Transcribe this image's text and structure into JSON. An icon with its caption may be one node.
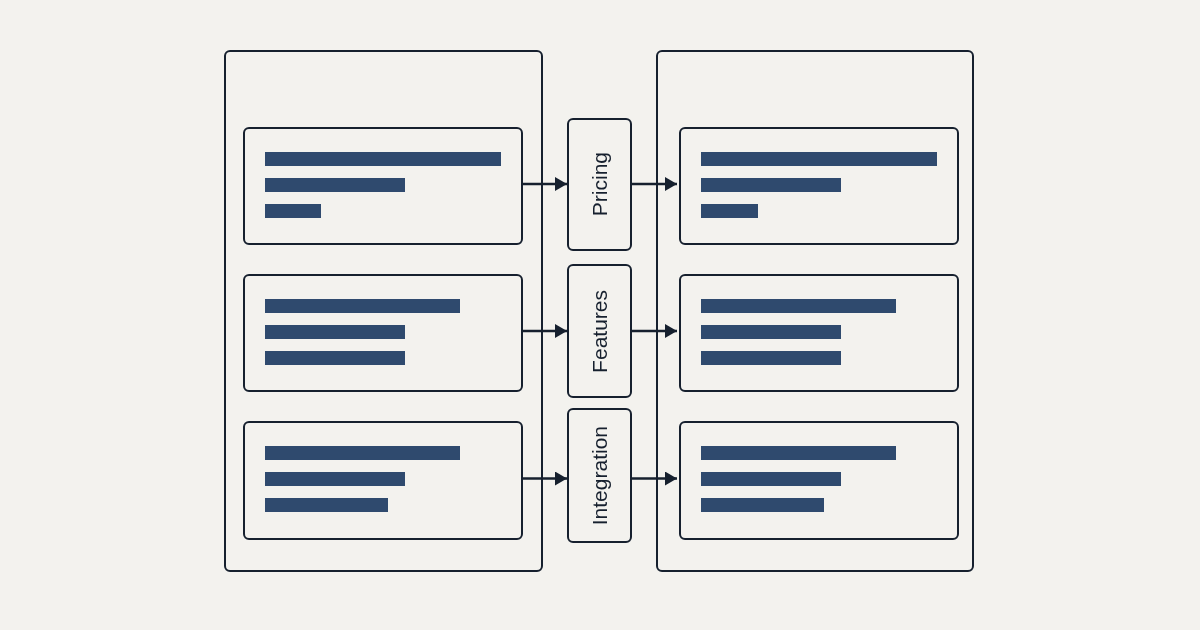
{
  "diagram": {
    "nodes": [
      {
        "text": [],
        "shape": "box"
      },
      {
        "text": [],
        "shape": "box",
        "in": 0
      },
      {
        "text": [],
        "shape": "box",
        "in": 0
      },
      {
        "text": [],
        "shape": "box",
        "in": 0
      },
      {
        "text": [
          "Pricing"
        ]
      },
      {
        "text": [
          "Features"
        ]
      },
      {
        "text": [
          "Integration"
        ]
      },
      {
        "text": [],
        "shape": "box"
      },
      {
        "text": [],
        "shape": "box",
        "in": 7
      },
      {
        "text": [],
        "shape": "box",
        "in": 7
      },
      {
        "text": [],
        "shape": "box",
        "in": 7
      }
    ],
    "edges": [
      {
        "from": 1,
        "to": 4,
        "arrow": "to"
      },
      {
        "from": 4,
        "to": 8,
        "arrow": "to"
      },
      {
        "from": 2,
        "to": 5,
        "arrow": "to"
      },
      {
        "from": 5,
        "to": 9,
        "arrow": "to"
      },
      {
        "from": 3,
        "to": 6,
        "arrow": "to"
      },
      {
        "from": 6,
        "to": 10,
        "arrow": "to"
      }
    ]
  }
}
